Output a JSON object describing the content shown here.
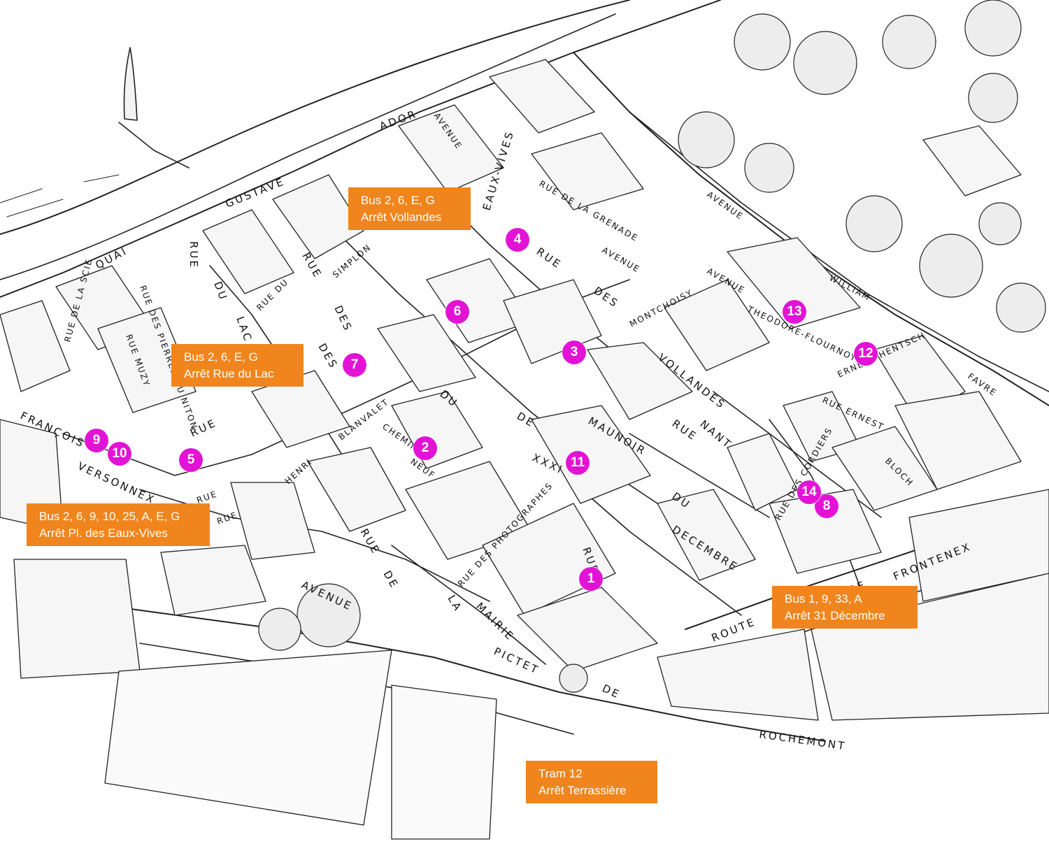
{
  "colors": {
    "transit_box": "#f0851d",
    "marker": "#e313d6",
    "ink": "#111111"
  },
  "streets": [
    {
      "id": "quai",
      "label": "QUAI"
    },
    {
      "id": "gustave",
      "label": "GUSTAVE"
    },
    {
      "id": "ador",
      "label": "ADOR"
    },
    {
      "id": "avenue-top",
      "label": "AVENUE"
    },
    {
      "id": "rue-lac-rue",
      "label": "RUE"
    },
    {
      "id": "rue-lac-du",
      "label": "DU"
    },
    {
      "id": "rue-lac-lac",
      "label": "LAC"
    },
    {
      "id": "rue-eaux-vives-rue",
      "label": "RUE"
    },
    {
      "id": "rue-eaux-vives-des",
      "label": "DES"
    },
    {
      "id": "rue-eaux-vives-name",
      "label": "EAUX-VIVES"
    },
    {
      "id": "montchoisy",
      "label": "MONTCHOISY"
    },
    {
      "id": "rue-vollandes-rue",
      "label": "RUE"
    },
    {
      "id": "rue-vollandes-des",
      "label": "DES"
    },
    {
      "id": "vollandes",
      "label": "VOLLANDES"
    },
    {
      "id": "avenue-theodore",
      "label": "AVENUE"
    },
    {
      "id": "theodore-flournoy",
      "label": "THEODORE-FLOURNOY"
    },
    {
      "id": "william",
      "label": "WILLIAM"
    },
    {
      "id": "favre",
      "label": "FAVRE"
    },
    {
      "id": "rue-du-nant-rue",
      "label": "RUE"
    },
    {
      "id": "rue-du-nant-du",
      "label": "DU"
    },
    {
      "id": "nant",
      "label": "NANT"
    },
    {
      "id": "rue-de-montchoisy-de",
      "label": "DE"
    },
    {
      "id": "maunoir",
      "label": "MAUNOIR"
    },
    {
      "id": "blanvalet-henri",
      "label": "HENRI"
    },
    {
      "id": "blanvalet",
      "label": "BLANVALET"
    },
    {
      "id": "chemin-neuf-chemin",
      "label": "CHEMIN"
    },
    {
      "id": "chemin-neuf-neuf",
      "label": "NEUF"
    },
    {
      "id": "rue-des-photographes",
      "label": "RUE DES PHOTOGRAPHES"
    },
    {
      "id": "rue-dec-rue",
      "label": "RUE"
    },
    {
      "id": "decembre",
      "label": "DECEMBRE"
    },
    {
      "id": "xxxi",
      "label": "XXXI"
    },
    {
      "id": "rue-de-la-mairie-rue",
      "label": "RUE"
    },
    {
      "id": "rue-de-la-mairie-de",
      "label": "DE"
    },
    {
      "id": "rue-de-la-mairie-la",
      "label": "LA"
    },
    {
      "id": "mairie",
      "label": "MAIRIE"
    },
    {
      "id": "avenue-pictet",
      "label": "AVENUE"
    },
    {
      "id": "pictet",
      "label": "PICTET"
    },
    {
      "id": "pictet-de",
      "label": "DE"
    },
    {
      "id": "rochemont",
      "label": "ROCHEMONT"
    },
    {
      "id": "route",
      "label": "ROUTE"
    },
    {
      "id": "route-de",
      "label": "DE"
    },
    {
      "id": "frontenex",
      "label": "FRONTENEX"
    },
    {
      "id": "rue-des-cordiers",
      "label": "RUE DES CORDIERS"
    },
    {
      "id": "rue-ernest",
      "label": "RUE ERNEST"
    },
    {
      "id": "bloch",
      "label": "BLOCH"
    },
    {
      "id": "ernest-hentsch",
      "label": "ERNEST HENTSCH"
    },
    {
      "id": "francois",
      "label": "FRANÇOIS"
    },
    {
      "id": "versonnex",
      "label": "VERSONNEX"
    },
    {
      "id": "rue-versonnex",
      "label": "RUE"
    },
    {
      "id": "rue-des-pierres-du-niton",
      "label": "RUE DES PIERRES DU NITON"
    },
    {
      "id": "rue-muzy",
      "label": "RUE MUZY"
    },
    {
      "id": "rue-de-la-scie",
      "label": "RUE DE LA SCIE"
    },
    {
      "id": "simplon",
      "label": "SIMPLON"
    },
    {
      "id": "rue-du",
      "label": "RUE DU"
    },
    {
      "id": "rue-de-la-grenade",
      "label": "RUE DE LA GRENADE"
    },
    {
      "id": "avenue-de-frontenex",
      "label": "AVENUE"
    },
    {
      "id": "rue-5",
      "label": "RUE"
    },
    {
      "id": "rue-6",
      "label": "RUE"
    },
    {
      "id": "des-7",
      "label": "DES"
    },
    {
      "id": "du-8",
      "label": "DU"
    },
    {
      "id": "avenue-right",
      "label": "AVENUE"
    }
  ],
  "transit_stops": [
    {
      "id": "vollandes",
      "line": "Bus 2, 6, E, G",
      "stop": "Arrêt Vollandes"
    },
    {
      "id": "rue-du-lac",
      "line": "Bus 2, 6, E, G",
      "stop": "Arrêt Rue du Lac"
    },
    {
      "id": "eaux-vives",
      "line": "Bus 2, 6, 9, 10, 25, A, E, G",
      "stop": "Arrêt Pl. des Eaux-Vives"
    },
    {
      "id": "31-decembre",
      "line": "Bus 1, 9, 33, A",
      "stop": "Arrêt 31 Décembre"
    },
    {
      "id": "terrassiere",
      "line": "Tram 12",
      "stop": "Arrêt Terrassière"
    }
  ],
  "markers": [
    {
      "number": "1"
    },
    {
      "number": "2"
    },
    {
      "number": "3"
    },
    {
      "number": "4"
    },
    {
      "number": "5"
    },
    {
      "number": "6"
    },
    {
      "number": "7"
    },
    {
      "number": "8"
    },
    {
      "number": "9"
    },
    {
      "number": "10"
    },
    {
      "number": "11"
    },
    {
      "number": "12"
    },
    {
      "number": "13"
    },
    {
      "number": "14"
    }
  ]
}
